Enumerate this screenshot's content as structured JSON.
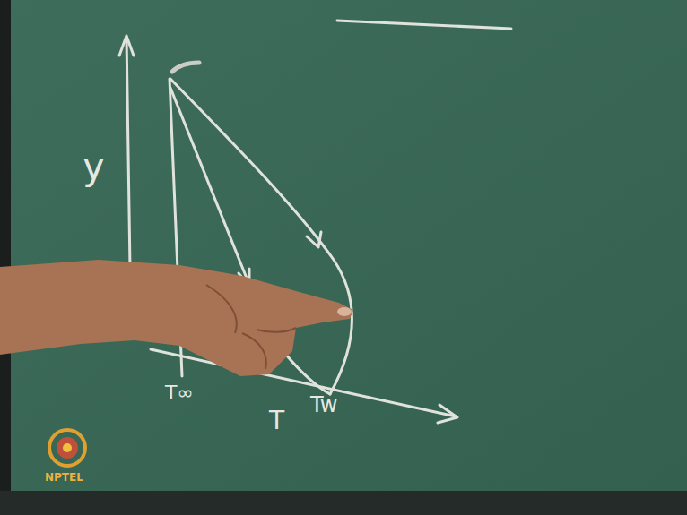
{
  "diagram": {
    "labels": [
      "y",
      "T∞",
      "T",
      "Tw",
      "NPTEL"
    ]
  }
}
